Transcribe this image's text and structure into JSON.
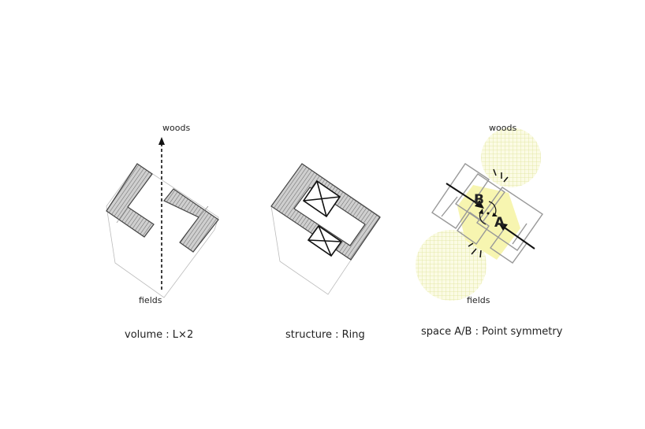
{
  "panel_left": {
    "top_label": "woods",
    "bottom_label": "fields",
    "caption": "volume : L×2"
  },
  "panel_middle": {
    "caption": "structure : Ring"
  },
  "panel_right": {
    "top_label": "woods",
    "bottom_label": "fields",
    "letter_b": "B",
    "letter_a": "A",
    "caption": "space A/B : Point symmetry"
  },
  "colors": {
    "hatch_fill": "#bdbdbd",
    "outline": "#555555",
    "yellow_space": "#f5f3a6",
    "yellow_grid": "#e3e79a"
  }
}
